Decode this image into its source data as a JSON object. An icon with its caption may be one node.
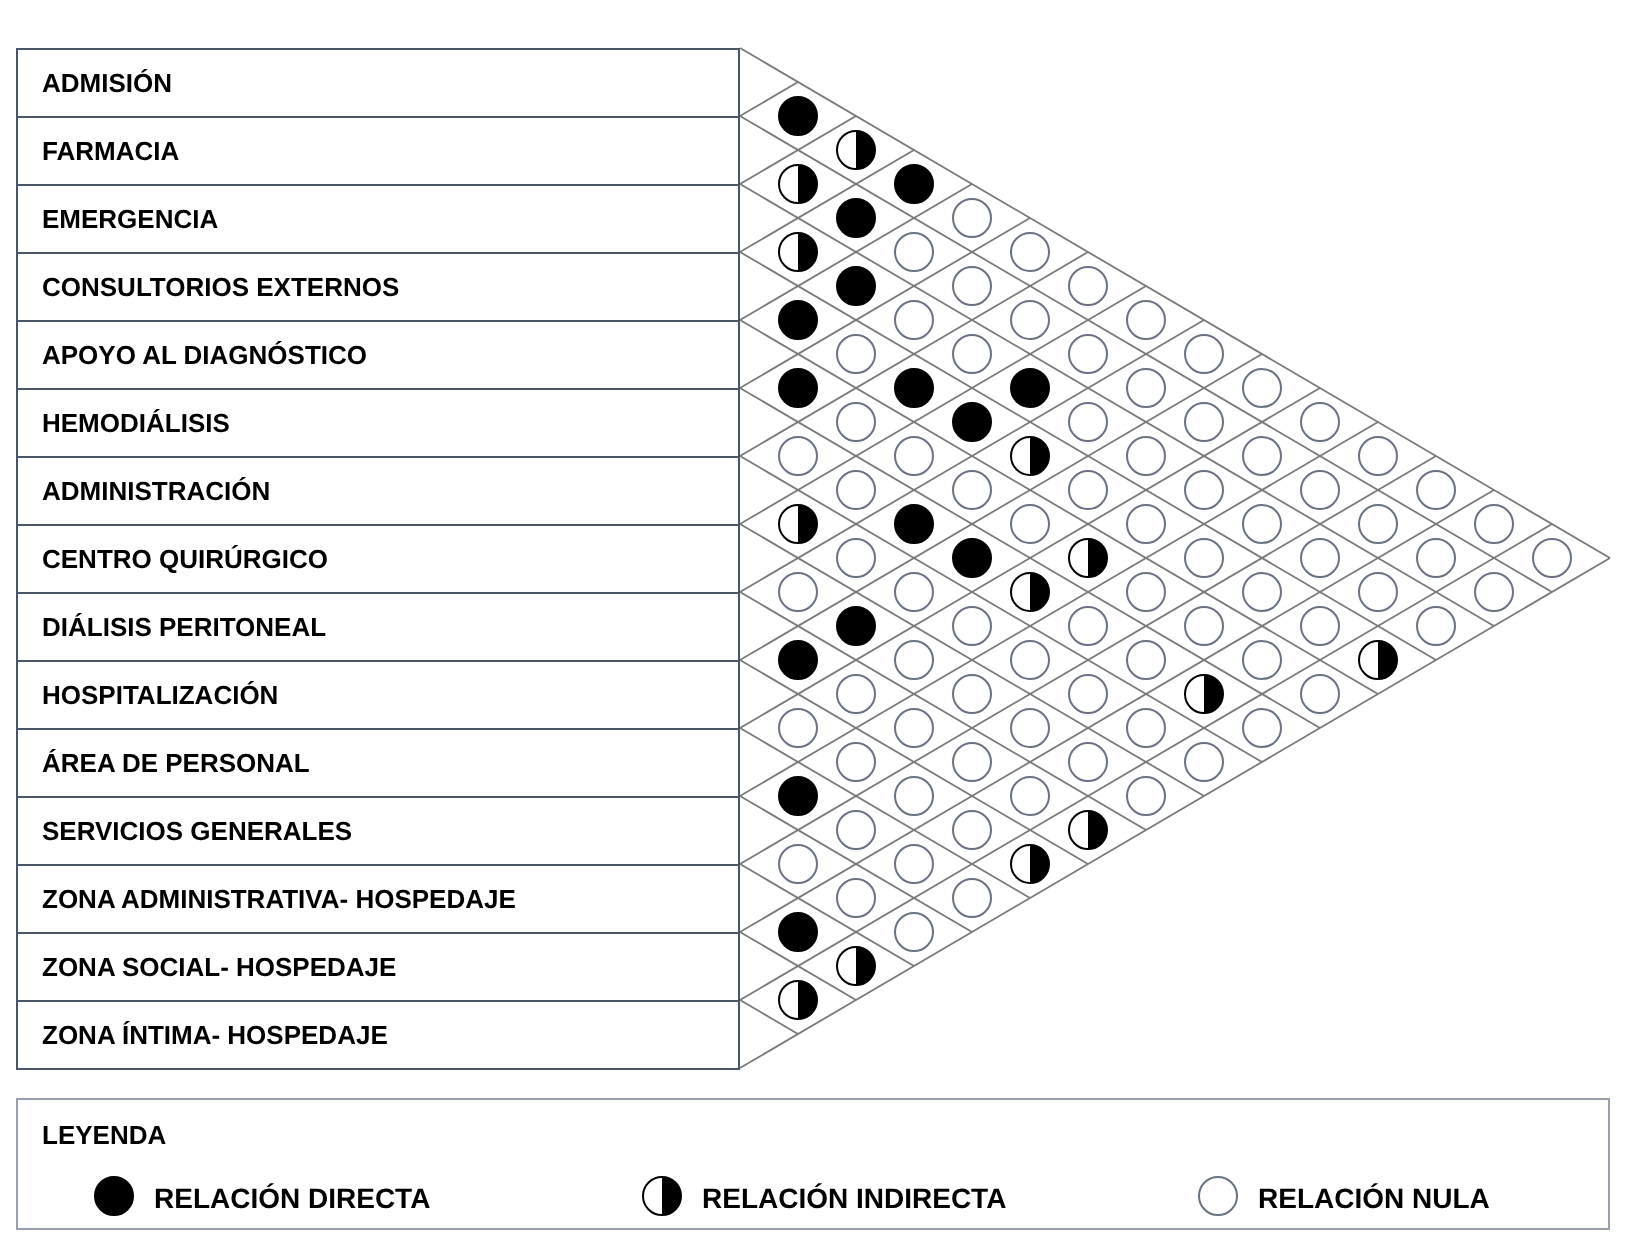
{
  "diagram": {
    "nodes": [
      {
        "text": [
          "ADMISIÓN"
        ]
      },
      {
        "text": [
          "FARMACIA"
        ]
      },
      {
        "text": [
          "EMERGENCIA"
        ]
      },
      {
        "text": [
          "CONSULTORIOS EXTERNOS"
        ]
      },
      {
        "text": [
          "APOYO AL DIAGNÓSTICO"
        ]
      },
      {
        "text": [
          "HEMODIÁLISIS"
        ]
      },
      {
        "text": [
          "ADMINISTRACIÓN"
        ]
      },
      {
        "text": [
          "CENTRO QUIRÚRGICO"
        ]
      },
      {
        "text": [
          "DIÁLISIS PERITONEAL"
        ]
      },
      {
        "text": [
          "HOSPITALIZACIÓN"
        ]
      },
      {
        "text": [
          "ÁREA DE PERSONAL"
        ]
      },
      {
        "text": [
          "SERVICIOS GENERALES"
        ]
      },
      {
        "text": [
          "ZONA ADMINISTRATIVA- HOSPEDAJE"
        ]
      },
      {
        "text": [
          "ZONA SOCIAL- HOSPEDAJE"
        ]
      },
      {
        "text": [
          "ZONA ÍNTIMA- HOSPEDAJE"
        ]
      },
      {
        "text": [],
        "shape": "disc"
      },
      {
        "text": [],
        "shape": "half-circle"
      },
      {
        "text": [],
        "shape": "half-circle"
      },
      {
        "text": [],
        "shape": "disc"
      },
      {
        "text": [],
        "shape": "disc"
      },
      {
        "text": [],
        "shape": "circle"
      },
      {
        "text": [],
        "shape": "half-circle"
      },
      {
        "text": [],
        "shape": "circle"
      },
      {
        "text": [],
        "shape": "circle"
      },
      {
        "text": [],
        "shape": "disc"
      },
      {
        "text": [],
        "shape": "circle"
      },
      {
        "text": [],
        "shape": "circle"
      },
      {
        "text": [],
        "shape": "disc"
      },
      {
        "text": [],
        "shape": "circle"
      },
      {
        "text": [],
        "shape": "circle"
      },
      {
        "text": [],
        "shape": "circle"
      },
      {
        "text": [],
        "shape": "circle"
      },
      {
        "text": [],
        "shape": "circle"
      },
      {
        "text": [],
        "shape": "circle"
      },
      {
        "text": [],
        "shape": "circle"
      },
      {
        "text": [],
        "shape": "disc"
      },
      {
        "text": [],
        "shape": "disc"
      },
      {
        "text": [],
        "shape": "disc"
      },
      {
        "text": [],
        "shape": "circle"
      },
      {
        "text": [],
        "shape": "circle"
      },
      {
        "text": [],
        "shape": "circle"
      },
      {
        "text": [],
        "shape": "disc"
      },
      {
        "text": [],
        "shape": "circle"
      },
      {
        "text": [],
        "shape": "circle"
      },
      {
        "text": [],
        "shape": "circle"
      },
      {
        "text": [],
        "shape": "circle"
      },
      {
        "text": [],
        "shape": "circle"
      },
      {
        "text": [],
        "shape": "half-circle"
      },
      {
        "text": [],
        "shape": "circle"
      },
      {
        "text": [],
        "shape": "circle"
      },
      {
        "text": [],
        "shape": "circle"
      },
      {
        "text": [],
        "shape": "circle"
      },
      {
        "text": [],
        "shape": "circle"
      },
      {
        "text": [],
        "shape": "circle"
      },
      {
        "text": [],
        "shape": "circle"
      },
      {
        "text": [],
        "shape": "circle"
      },
      {
        "text": [],
        "shape": "circle"
      },
      {
        "text": [],
        "shape": "half-circle"
      },
      {
        "text": [],
        "shape": "disc"
      },
      {
        "text": [],
        "shape": "circle"
      },
      {
        "text": [],
        "shape": "circle"
      },
      {
        "text": [],
        "shape": "circle"
      },
      {
        "text": [],
        "shape": "circle"
      },
      {
        "text": [],
        "shape": "circle"
      },
      {
        "text": [],
        "shape": "circle"
      },
      {
        "text": [],
        "shape": "disc"
      },
      {
        "text": [],
        "shape": "half-circle"
      },
      {
        "text": [],
        "shape": "circle"
      },
      {
        "text": [],
        "shape": "circle"
      },
      {
        "text": [],
        "shape": "circle"
      },
      {
        "text": [],
        "shape": "circle"
      },
      {
        "text": [],
        "shape": "circle"
      },
      {
        "text": [],
        "shape": "circle"
      },
      {
        "text": [],
        "shape": "half-circle"
      },
      {
        "text": [],
        "shape": "circle"
      },
      {
        "text": [],
        "shape": "circle"
      },
      {
        "text": [],
        "shape": "circle"
      },
      {
        "text": [],
        "shape": "circle"
      },
      {
        "text": [],
        "shape": "disc"
      },
      {
        "text": [],
        "shape": "circle"
      },
      {
        "text": [],
        "shape": "circle"
      },
      {
        "text": [],
        "shape": "circle"
      },
      {
        "text": [],
        "shape": "circle"
      },
      {
        "text": [],
        "shape": "circle"
      },
      {
        "text": [],
        "shape": "disc"
      },
      {
        "text": [],
        "shape": "circle"
      },
      {
        "text": [],
        "shape": "circle"
      },
      {
        "text": [],
        "shape": "circle"
      },
      {
        "text": [],
        "shape": "circle"
      },
      {
        "text": [],
        "shape": "half-circle"
      },
      {
        "text": [],
        "shape": "circle"
      },
      {
        "text": [],
        "shape": "circle"
      },
      {
        "text": [],
        "shape": "circle"
      },
      {
        "text": [],
        "shape": "half-circle"
      },
      {
        "text": [],
        "shape": "circle"
      },
      {
        "text": [],
        "shape": "circle"
      },
      {
        "text": [],
        "shape": "circle"
      },
      {
        "text": [],
        "shape": "circle"
      },
      {
        "text": [],
        "shape": "circle"
      },
      {
        "text": [],
        "shape": "circle"
      },
      {
        "text": [],
        "shape": "circle"
      },
      {
        "text": [],
        "shape": "circle"
      },
      {
        "text": [],
        "shape": "circle"
      },
      {
        "text": [],
        "shape": "circle"
      },
      {
        "text": [],
        "shape": "disc"
      },
      {
        "text": [],
        "shape": "circle"
      },
      {
        "text": [],
        "shape": "circle"
      },
      {
        "text": [],
        "shape": "circle"
      },
      {
        "text": [],
        "shape": "circle"
      },
      {
        "text": [],
        "shape": "circle"
      },
      {
        "text": [],
        "shape": "half-circle"
      },
      {
        "text": [],
        "shape": "circle"
      },
      {
        "text": [],
        "shape": "circle"
      },
      {
        "text": [],
        "shape": "half-circle"
      },
      {
        "text": [],
        "shape": "circle"
      },
      {
        "text": [],
        "shape": "circle"
      },
      {
        "text": [],
        "shape": "disc"
      },
      {
        "text": [],
        "shape": "circle"
      },
      {
        "text": [],
        "shape": "half-circle"
      },
      {
        "text": [],
        "shape": "half-circle"
      }
    ],
    "labels": [
      "LEYENDA"
    ],
    "legend": [
      {
        "text": "RELACIÓN DIRECTA"
      },
      {
        "text": "RELACIÓN INDIRECTA"
      },
      {
        "text": "RELACIÓN NULA"
      }
    ]
  }
}
